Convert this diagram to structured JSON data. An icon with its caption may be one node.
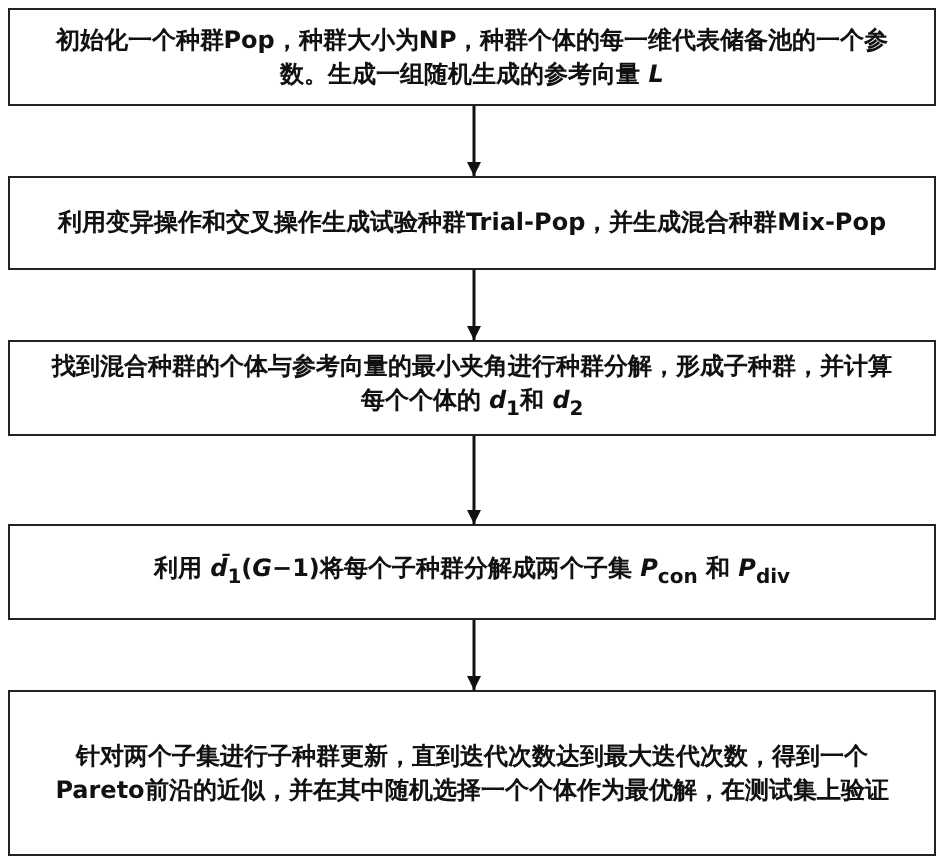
{
  "diagram": {
    "nodes": [
      {
        "text": [
          "初始化一个种群Pop，种群大小为NP，种群个体的每一维代表储备池的一个参数。生成一组随机生成的参考向量 *L*"
        ]
      },
      {
        "text": [
          "利用变异操作和交叉操作生成试验种群Trial-Pop，并生成混合种群Mix-Pop"
        ]
      },
      {
        "text": [
          "找到混合种群的个体与参考向量的最小夹角进行种群分解，形成子种群，并计算每个个体的 *d*$_{1}$和 *d*$_{2}$"
        ]
      },
      {
        "text": [
          "利用 *d̄*$_{1}$(*G*−1)将每个子种群分解成两个子集 *P*$_{con}$ 和 *P*$_{div}$"
        ]
      },
      {
        "text": [
          "针对两个子集进行子种群更新，直到迭代次数达到最大迭代次数，得到一个Pareto前沿的近似，并在其中随机选择一个个体作为最优解，在测试集上验证"
        ]
      }
    ],
    "edges": [
      {
        "from": 0,
        "to": 1,
        "arrow": "to"
      },
      {
        "from": 1,
        "to": 2,
        "arrow": "to"
      },
      {
        "from": 2,
        "to": 3,
        "arrow": "to"
      },
      {
        "from": 3,
        "to": 4,
        "arrow": "to"
      }
    ]
  }
}
